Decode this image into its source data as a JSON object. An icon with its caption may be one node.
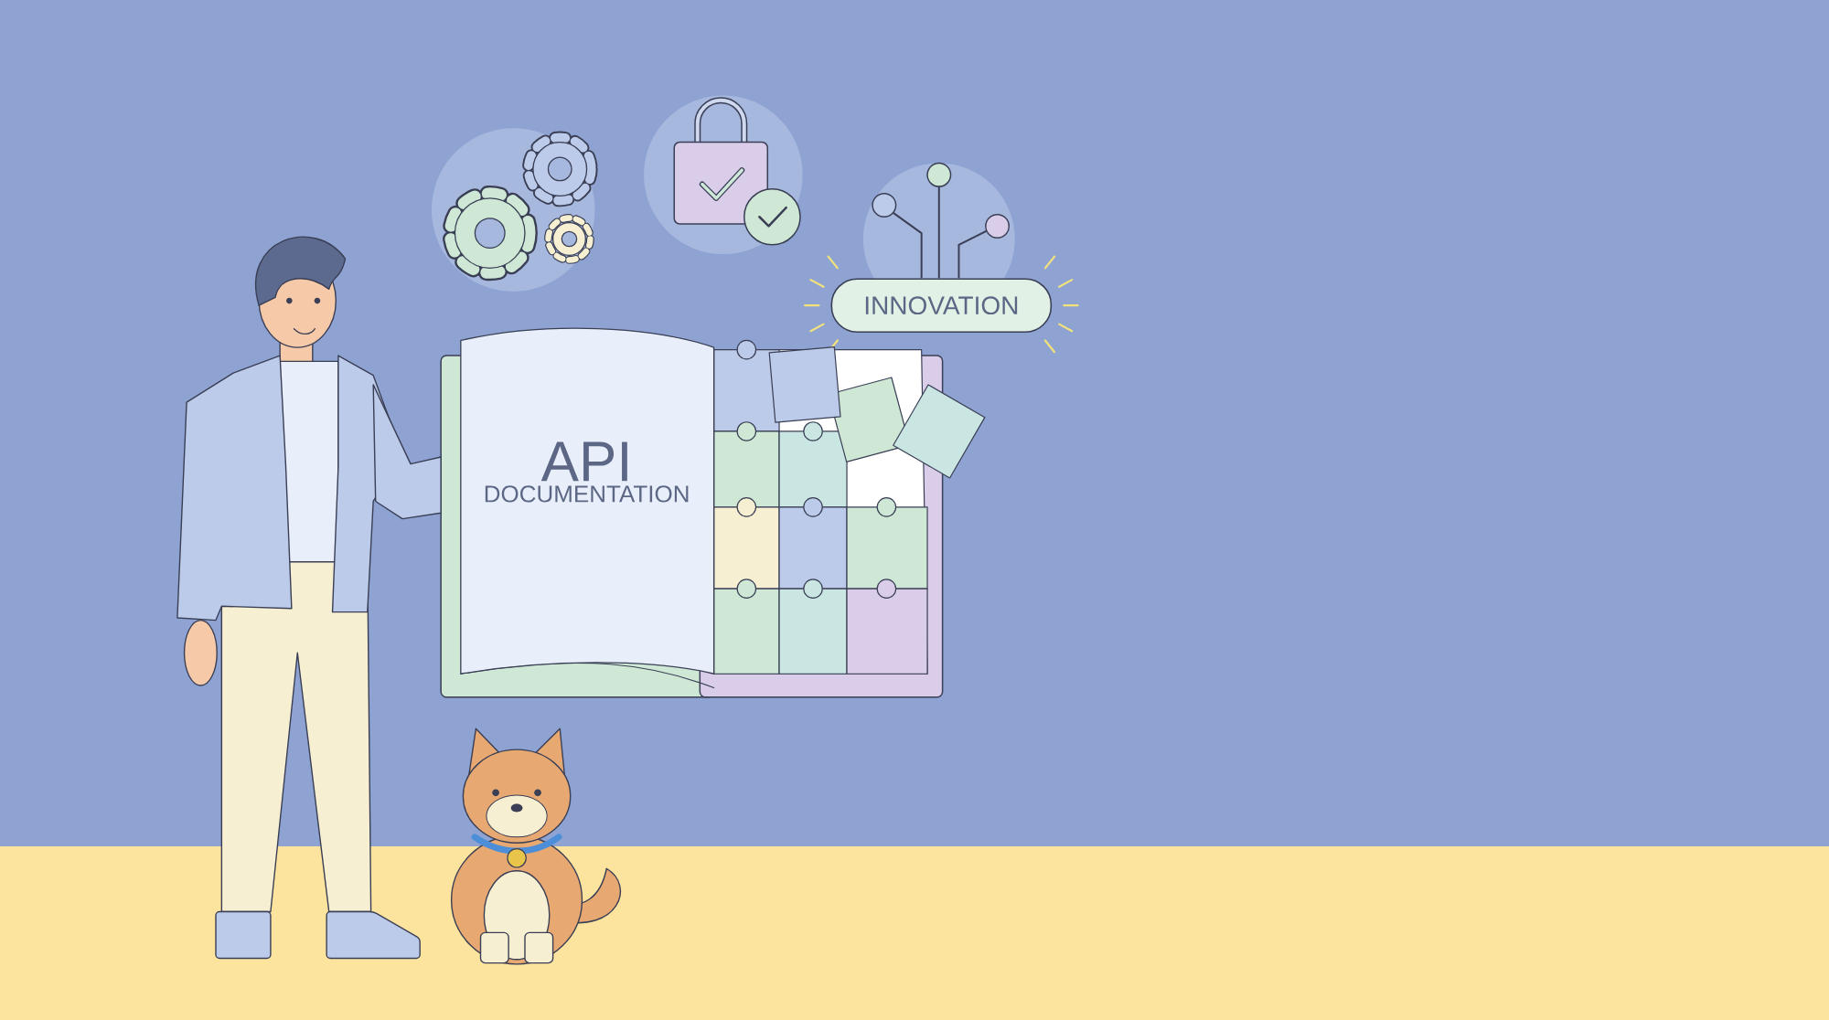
{
  "diagram": {
    "nodes": [
      {
        "text": [
          "INNOVATION"
        ]
      },
      {
        "text": [
          "API",
          "DOCUMENTATION"
        ]
      }
    ]
  }
}
